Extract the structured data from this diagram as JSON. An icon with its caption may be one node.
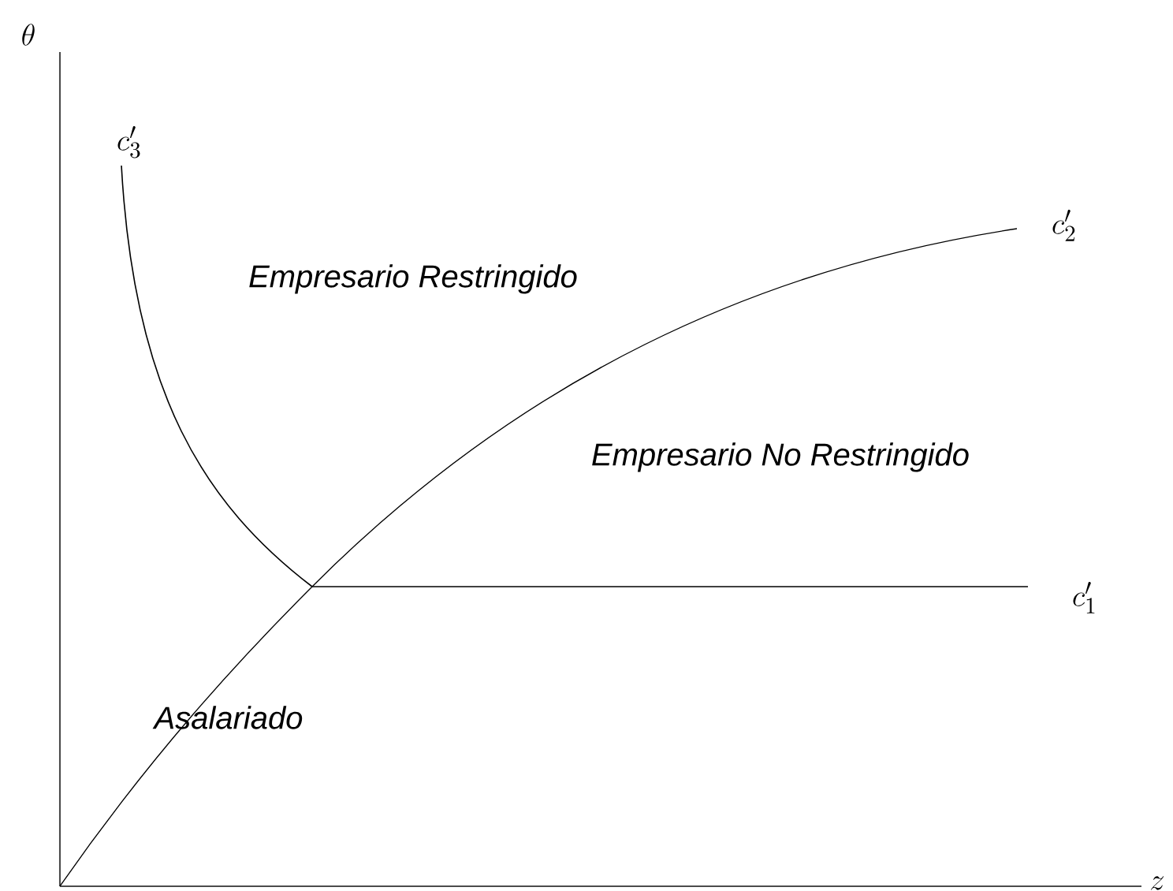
{
  "diagram": {
    "labels": [
      "\\theta",
      "c'_3",
      "c'_2",
      "Empresario Restringido",
      "Empresario No Restringido",
      "c'_1",
      "Asalariado",
      "z"
    ]
  }
}
